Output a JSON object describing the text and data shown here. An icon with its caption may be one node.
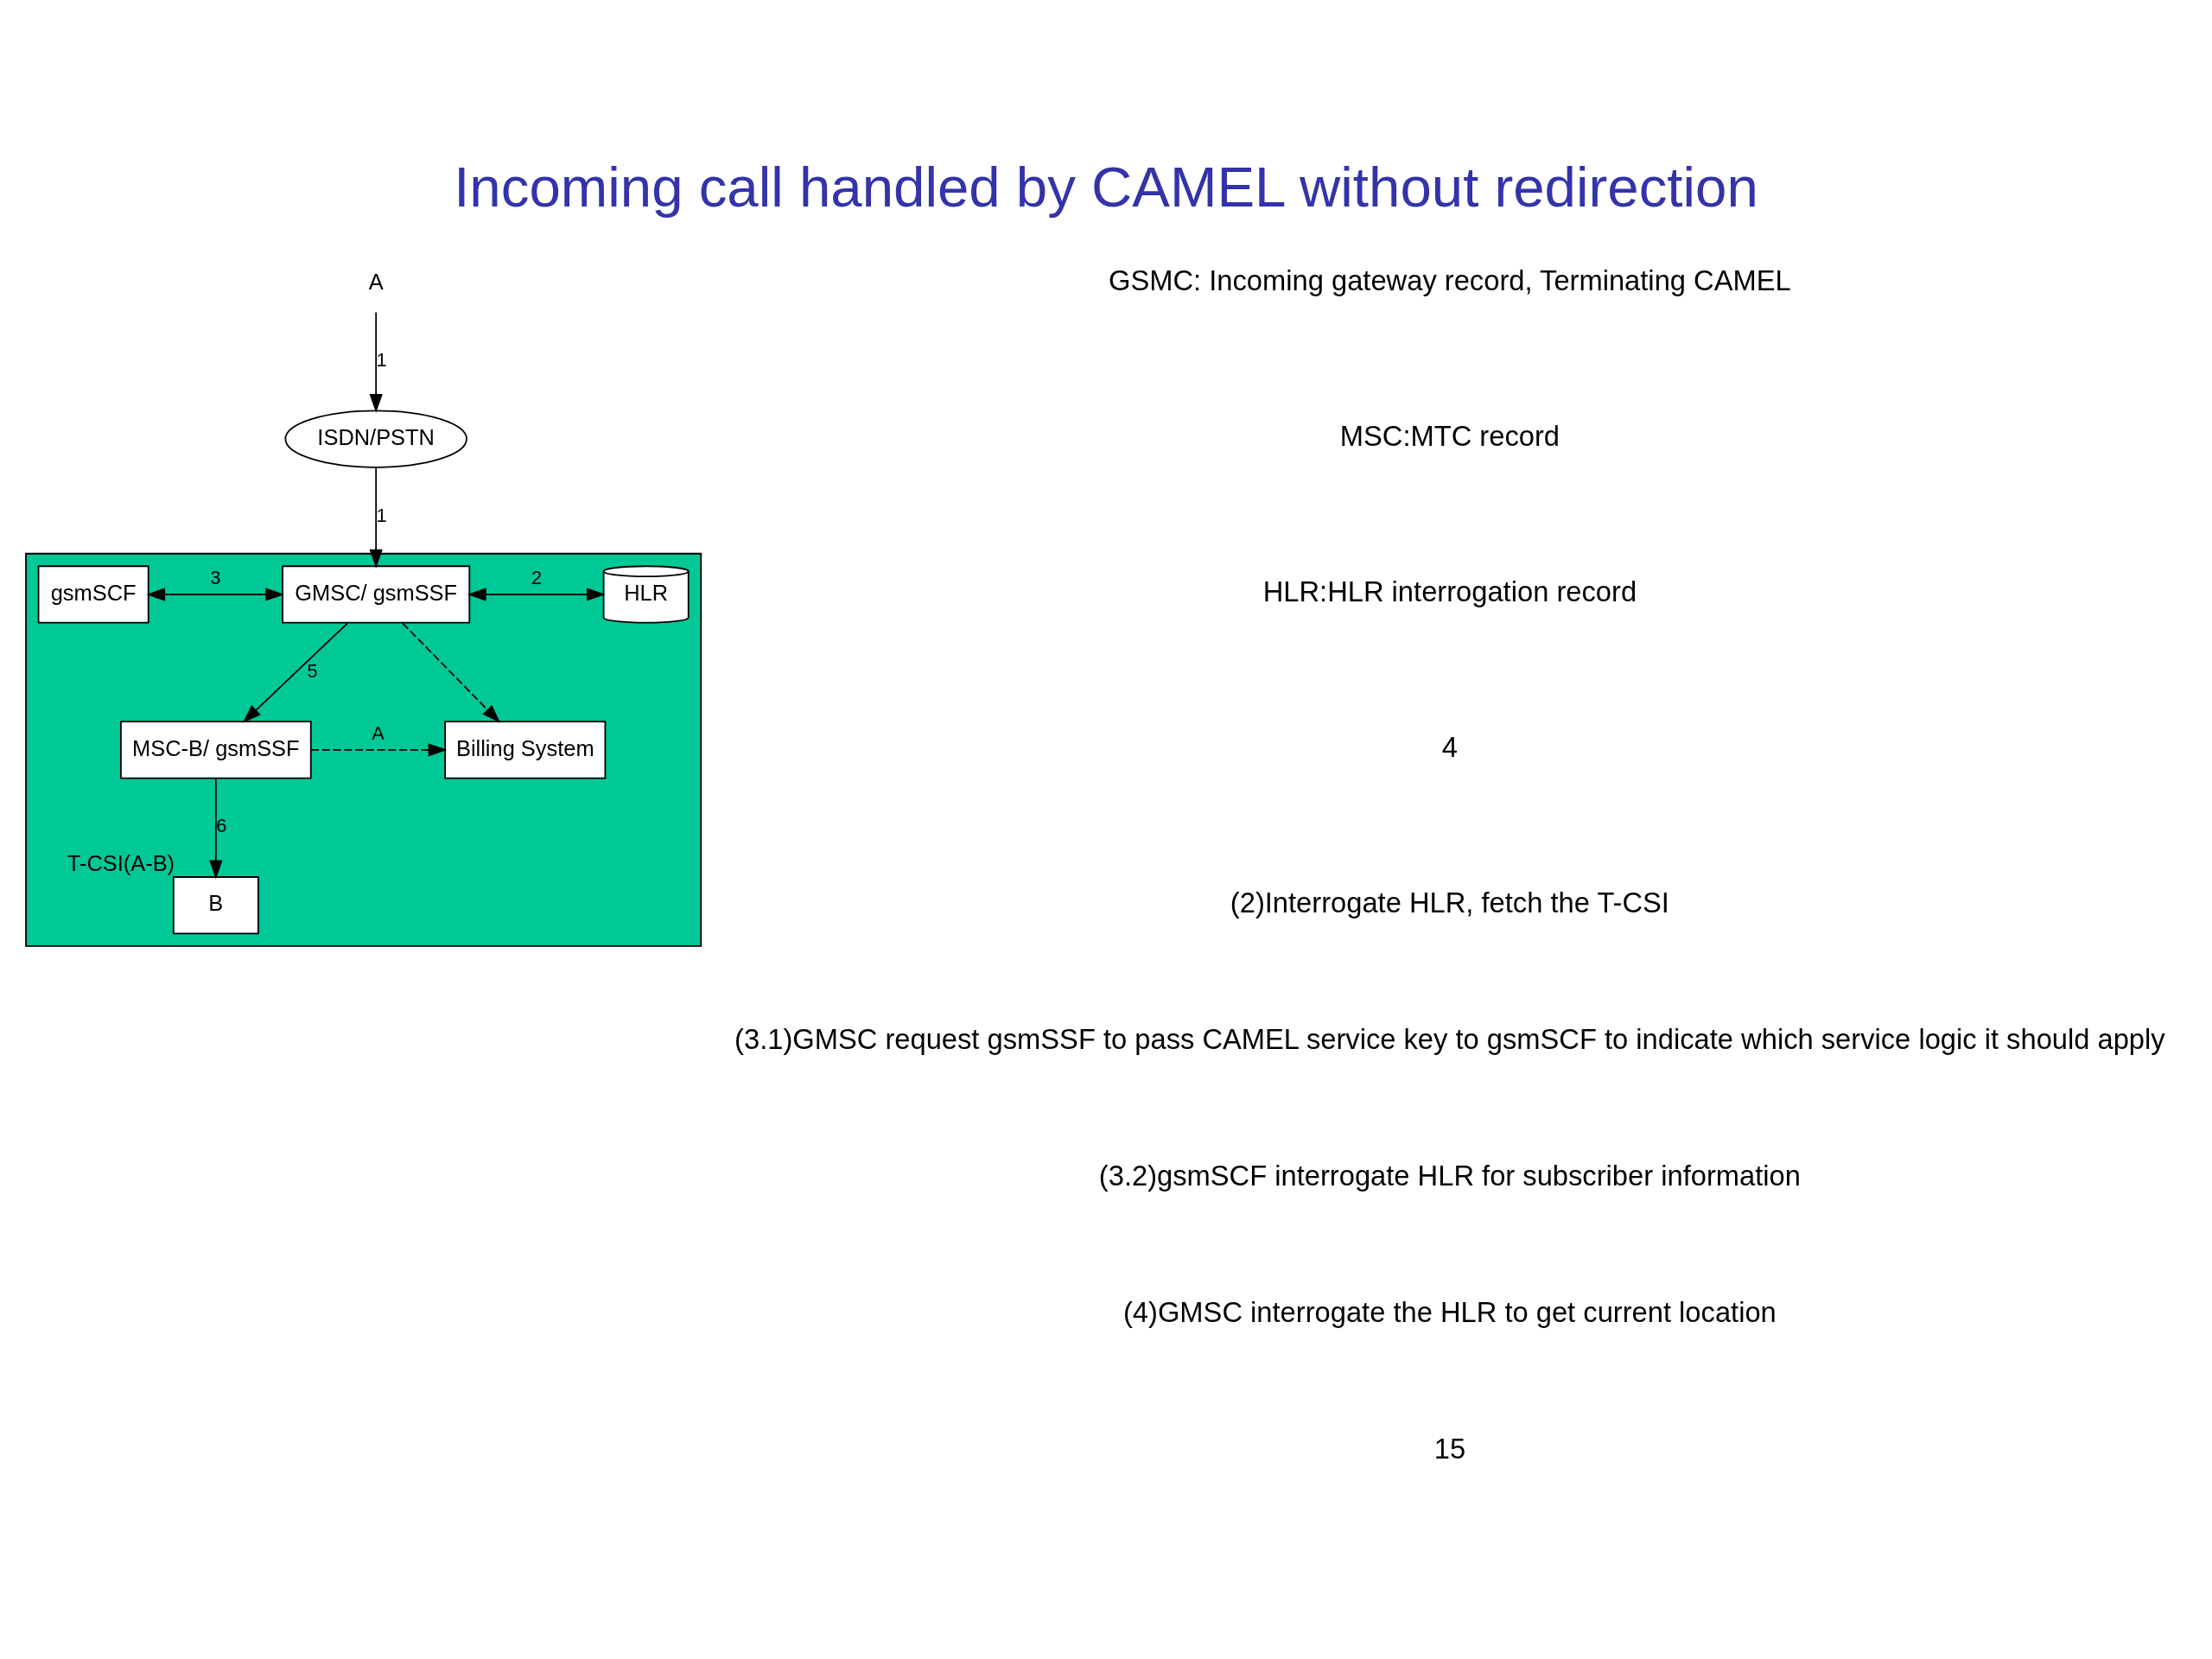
{
  "diagram": {
    "title": "Incoming call handled by CAMEL without redirection",
    "nodes": [
      {
        "text": [
          "A"
        ]
      },
      {
        "text": [
          "ISDN/PSTN"
        ]
      },
      {
        "text": [],
        "shape": "box"
      },
      {
        "text": [
          "gsmSCF"
        ],
        "in": 2
      },
      {
        "text": [
          "GMSC/ gsmSSF"
        ],
        "in": 2
      },
      {
        "text": [
          "HLR"
        ],
        "in": 2
      },
      {
        "text": [
          "MSC-B/ gsmSSF"
        ],
        "in": 2
      },
      {
        "text": [
          "Billing System"
        ],
        "in": 2
      },
      {
        "text": [
          "B"
        ],
        "beside": [
          "T-CSI(A-B)"
        ],
        "in": 2
      }
    ],
    "edges": [
      {
        "from": 0,
        "to": 1,
        "arrow": "to",
        "label": "1"
      },
      {
        "from": 1,
        "to": 4,
        "arrow": "to",
        "label": "1"
      },
      {
        "from": 3,
        "to": 4,
        "arrow": "both",
        "label": "3"
      },
      {
        "from": 4,
        "to": 5,
        "arrow": "both",
        "label": "2"
      },
      {
        "from": 4,
        "to": 7,
        "arrow": "to",
        "style": "dashed"
      },
      {
        "from": 4,
        "to": 6,
        "arrow": "to",
        "label": "5"
      },
      {
        "from": 6,
        "to": 7,
        "arrow": "to",
        "style": "dashed",
        "label": "A"
      },
      {
        "from": 6,
        "to": 8,
        "arrow": "to",
        "label": "6"
      }
    ],
    "labels": [
      "GSMC: Incoming gateway record, Terminating CAMEL",
      "MSC:MTC record",
      "HLR:HLR interrogation record",
      "4",
      "(2)Interrogate HLR, fetch the T-CSI",
      "(3.1)GMSC request gsmSSF to pass CAMEL service key to gsmSCF to indicate which service logic it should apply",
      "(3.2)gsmSCF interrogate HLR for subscriber information",
      "(4)GMSC interrogate the HLR to get current location",
      "15"
    ]
  }
}
